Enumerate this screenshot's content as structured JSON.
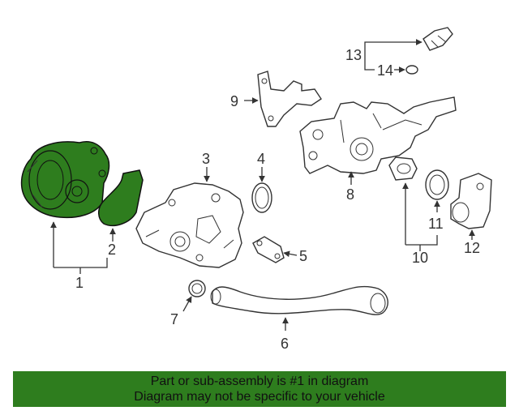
{
  "callouts": {
    "c1": "1",
    "c2": "2",
    "c3": "3",
    "c4": "4",
    "c5": "5",
    "c6": "6",
    "c7": "7",
    "c8": "8",
    "c9": "9",
    "c10": "10",
    "c11": "11",
    "c12": "12",
    "c13": "13",
    "c14": "14"
  },
  "banner": {
    "line1": "Part or sub-assembly is #1 in diagram",
    "line2": "Diagram may not be specific to your vehicle"
  },
  "colors": {
    "highlight": "#2e7d1e",
    "banner_bg": "#2e7d1e",
    "line": "#333333",
    "background": "#ffffff"
  }
}
